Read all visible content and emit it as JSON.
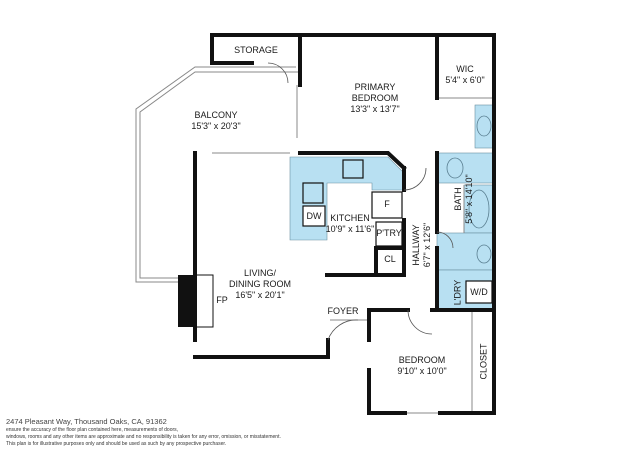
{
  "rooms": {
    "storage": {
      "name": "STORAGE"
    },
    "primary_bedroom": {
      "name1": "PRIMARY",
      "name2": "BEDROOM",
      "dims": "13'3\" x 13'7\""
    },
    "wic": {
      "name": "WIC",
      "dims": "5'4\" x 6'0\""
    },
    "balcony": {
      "name": "BALCONY",
      "dims": "15'3\" x 20'3\""
    },
    "kitchen": {
      "name": "KITCHEN",
      "dims": "10'9\" x 11'6\""
    },
    "dw": {
      "name": "DW"
    },
    "fridge": {
      "name": "F"
    },
    "pantry": {
      "name": "P'TRY"
    },
    "closet_cl": {
      "name": "CL"
    },
    "bath": {
      "name": "BATH",
      "dims": "5'8\" x 14'10\""
    },
    "hallway": {
      "name": "HALLWAY",
      "dims": "6'7\" x 12'6\""
    },
    "living": {
      "name1": "LIVING/",
      "name2": "DINING ROOM",
      "dims": "16'5\" x 20'1\""
    },
    "fireplace": {
      "name": "FP"
    },
    "laundry": {
      "name": "L'DRY"
    },
    "washer_dryer": {
      "name": "W/D"
    },
    "foyer": {
      "name": "FOYER"
    },
    "bedroom": {
      "name": "BEDROOM",
      "dims": "9'10\" x 10'0\""
    },
    "closet_bed": {
      "name": "CLOSET"
    }
  },
  "footer": {
    "address": "2474 Pleasant Way, Thousand Oaks, CA, 91362",
    "disclaimer_1": "ensure the accuracy of the floor plan contained here, measurements of doors,",
    "disclaimer_2": "windows, rooms and any other items are approximate and no responsibility is taken for any error, omission, or misstatement.",
    "disclaimer_3": "This plan is for illustrative purposes only and should be used as such by any prospective purchaser."
  },
  "colors": {
    "wall": "#111111",
    "fixture_fill": "#b8e0f2",
    "fixture_stroke": "#5a7f91",
    "thin_line": "#888888"
  }
}
